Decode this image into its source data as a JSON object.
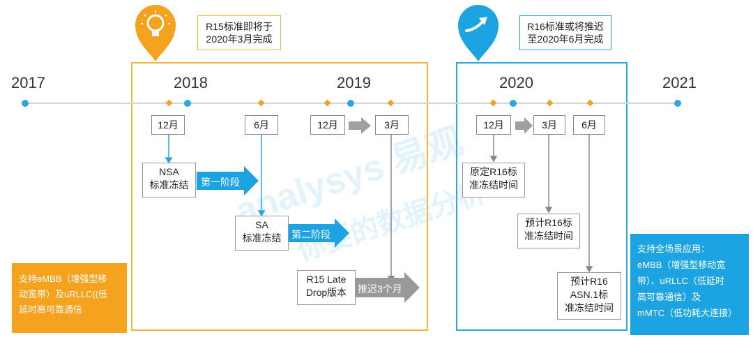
{
  "page_title": "",
  "notes": {
    "r15": [
      "R15标准即将于",
      "2020年3月完成"
    ],
    "r16": [
      "R16标准或将推迟",
      "至2020年6月完成"
    ]
  },
  "years": [
    "2017",
    "2018",
    "2019",
    "2020",
    "2021"
  ],
  "months": {
    "m2018_12": "12月",
    "m2019_06": "6月",
    "m2019_12": "12月",
    "m2020_03": "3月",
    "m2020_12": "12月",
    "m2021_03": "3月",
    "m2021_06": "6月"
  },
  "events": {
    "nsa": [
      "NSA",
      "标准冻结"
    ],
    "sa": [
      "SA",
      "标准冻结"
    ],
    "late_drop": [
      "R15 Late",
      "Drop版本"
    ],
    "r16_orig": [
      "原定R16标",
      "准冻结时间"
    ],
    "r16_est": [
      "预计R16标",
      "准冻结时间"
    ],
    "asn1": [
      "预计R16",
      "ASN.1标",
      "准冻结时间"
    ]
  },
  "arrows": {
    "stage1": "第一阶段",
    "stage2": "第二阶段",
    "delay": "推迟3个月"
  },
  "side_orange": [
    "支持eMBB（增强型移",
    "动宽带）及uRLLC((低",
    "延时高可靠通信"
  ],
  "side_blue": [
    "支持全场景应用：",
    "eMBB（增强型移动宽",
    "带）、uRLLC（低延时",
    "高可靠通信）及",
    "mMTC（低功耗大连接）"
  ],
  "watermark": [
    "analysys 易观",
    "你要的数据分析"
  ],
  "colors": {
    "orange": "#f5b53a",
    "orange_fill": "#f5a21e",
    "blue": "#29a7e0",
    "blue_fill": "#1ca3e2",
    "gray_arrow": "#999999",
    "timeline": "#cfd6dc"
  },
  "icons": {
    "orange_pin": "lightbulb-icon",
    "blue_pin": "trend-arrow-icon"
  }
}
